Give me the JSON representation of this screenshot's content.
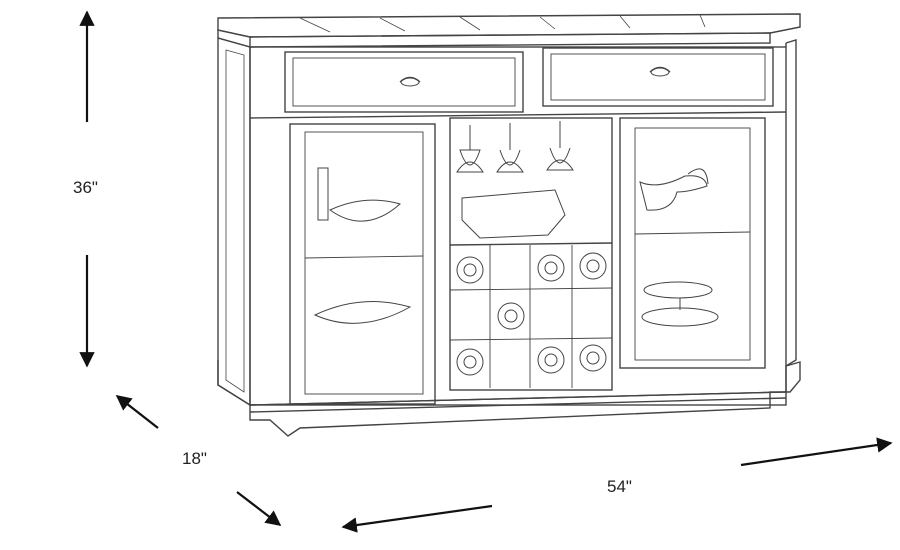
{
  "dimensions": {
    "height": "36\"",
    "depth": "18\"",
    "width": "54\""
  },
  "colors": {
    "line": "#444444",
    "arrow": "#111111",
    "background": "#ffffff"
  }
}
